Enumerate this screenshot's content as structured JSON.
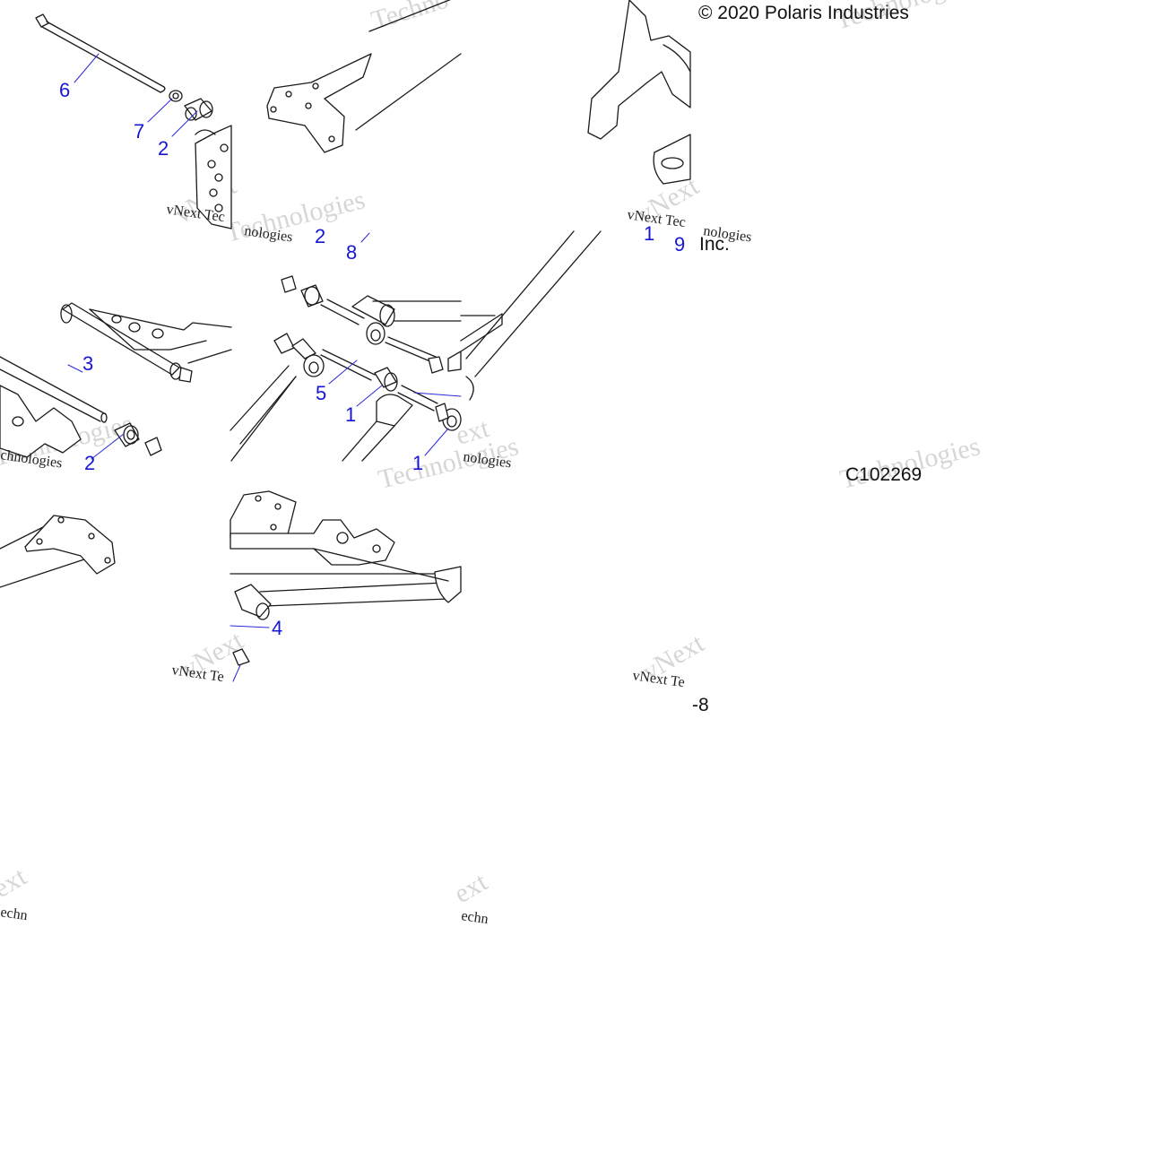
{
  "copyright": {
    "part1": "© 2020 Polaris Industries",
    "part2": "Inc."
  },
  "figure_code": {
    "part1": "C102269",
    "part2": "-8"
  },
  "callouts": [
    "6",
    "7",
    "2",
    "2",
    "8",
    "3",
    "5",
    "1",
    "1",
    "2",
    "4",
    "9",
    "1"
  ],
  "watermark": {
    "brand": "vNext",
    "technologies": "Technologies",
    "full": "vNext Technologies",
    "partial_tec": "vNext Tec",
    "partial_te": "vNext Te",
    "frag_nologies": "nologies",
    "frag_chnologies": "chnologies",
    "frag_ext": "ext",
    "frag_techno": "Techno",
    "frag_echn": "echn"
  }
}
